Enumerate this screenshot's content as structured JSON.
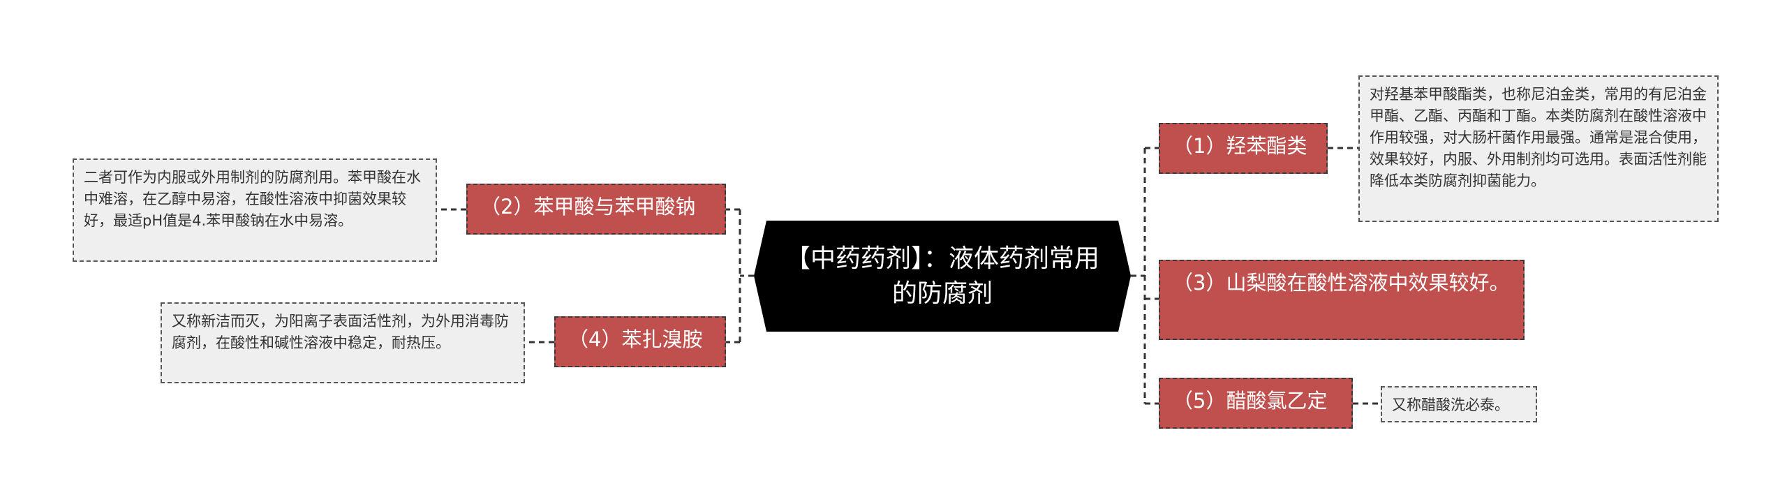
{
  "center": {
    "title": "【中药药剂】：液体药剂常用的防腐剂"
  },
  "topics": {
    "t1": "（1）羟苯酯类",
    "t2": "（2）苯甲酸与苯甲酸钠",
    "t3": "（3）山梨酸在酸性溶液中效果较好。",
    "t4": "（4）苯扎溴胺",
    "t5": "（5）醋酸氯乙定"
  },
  "notes": {
    "n1": "对羟基苯甲酸酯类，也称尼泊金类，常用的有尼泊金甲酯、乙酯、丙酯和丁酯。本类防腐剂在酸性溶液中作用较强，对大肠杆菌作用最强。通常是混合使用，效果较好，内服、外用制剂均可选用。表面活性剂能降低本类防腐剂抑菌能力。",
    "n2": "二者可作为内服或外用制剂的防腐剂用。苯甲酸在水中难溶，在乙醇中易溶，在酸性溶液中抑菌效果较好，最适pH值是4.苯甲酸钠在水中易溶。",
    "n4": "又称新洁而灭，为阳离子表面活性剂，为外用消毒防腐剂，在酸性和碱性溶液中稳定，耐热压。",
    "n5": "又称醋酸洗必泰。"
  },
  "colors": {
    "topic_fill": "#c0504d",
    "center_fill": "#000000",
    "note_fill": "#efefef",
    "connector": "#333333"
  }
}
